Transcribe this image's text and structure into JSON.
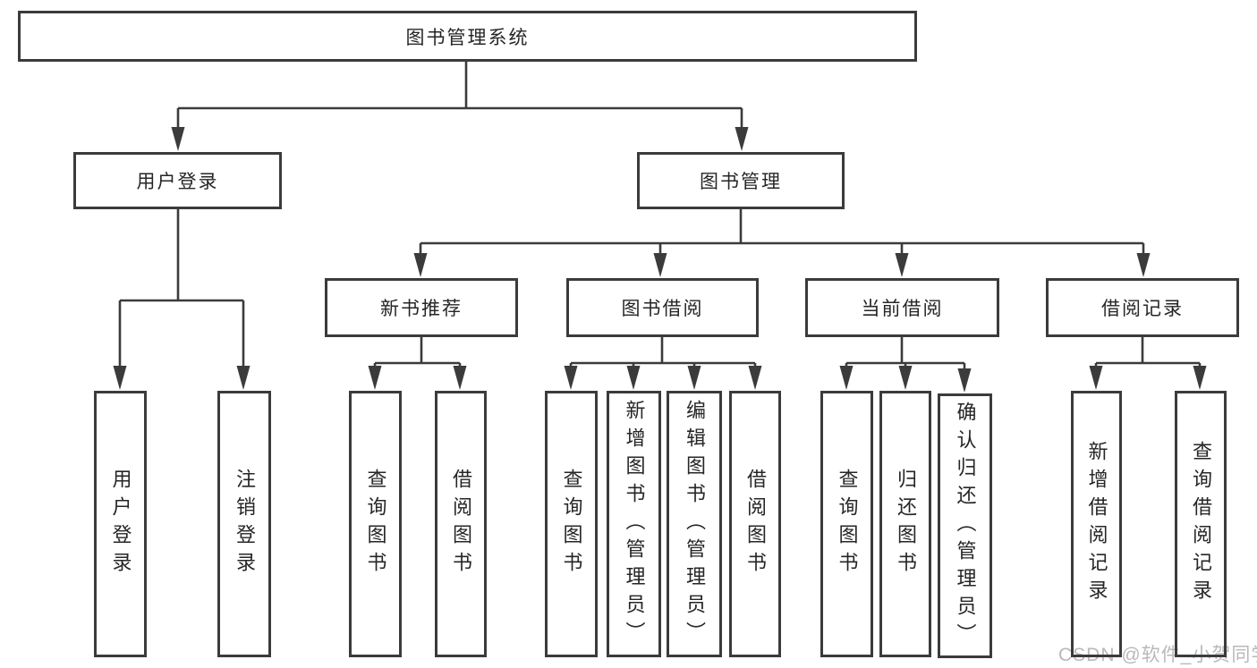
{
  "page": {
    "background_color": "#ffffff",
    "line_color": "#3b3b3b",
    "text_color": "#262626"
  },
  "watermark": {
    "text": "CSDN @软件_小贺同学",
    "color": "#b9b9b9"
  },
  "tree": {
    "root": {
      "label": "图书管理系统"
    },
    "level2": [
      {
        "label": "用户登录",
        "parent": "图书管理系统"
      },
      {
        "label": "图书管理",
        "parent": "图书管理系统"
      }
    ],
    "level3": [
      {
        "label": "新书推荐",
        "parent": "图书管理"
      },
      {
        "label": "图书借阅",
        "parent": "图书管理"
      },
      {
        "label": "当前借阅",
        "parent": "图书管理"
      },
      {
        "label": "借阅记录",
        "parent": "图书管理"
      }
    ],
    "leaves": [
      {
        "label": "用户登录",
        "parent": "用户登录"
      },
      {
        "label": "注销登录",
        "parent": "用户登录"
      },
      {
        "label": "查询图书",
        "parent": "新书推荐"
      },
      {
        "label": "借阅图书",
        "parent": "新书推荐"
      },
      {
        "label": "查询图书",
        "parent": "图书借阅"
      },
      {
        "label": "新增图书（管理员）",
        "parent": "图书借阅"
      },
      {
        "label": "编辑图书（管理员）",
        "parent": "图书借阅"
      },
      {
        "label": "借阅图书",
        "parent": "图书借阅"
      },
      {
        "label": "查询图书",
        "parent": "当前借阅"
      },
      {
        "label": "归还图书",
        "parent": "当前借阅"
      },
      {
        "label": "确认归还（管理员）",
        "parent": "当前借阅"
      },
      {
        "label": "新增借阅记录",
        "parent": "借阅记录"
      },
      {
        "label": "查询借阅记录",
        "parent": "借阅记录"
      }
    ]
  }
}
